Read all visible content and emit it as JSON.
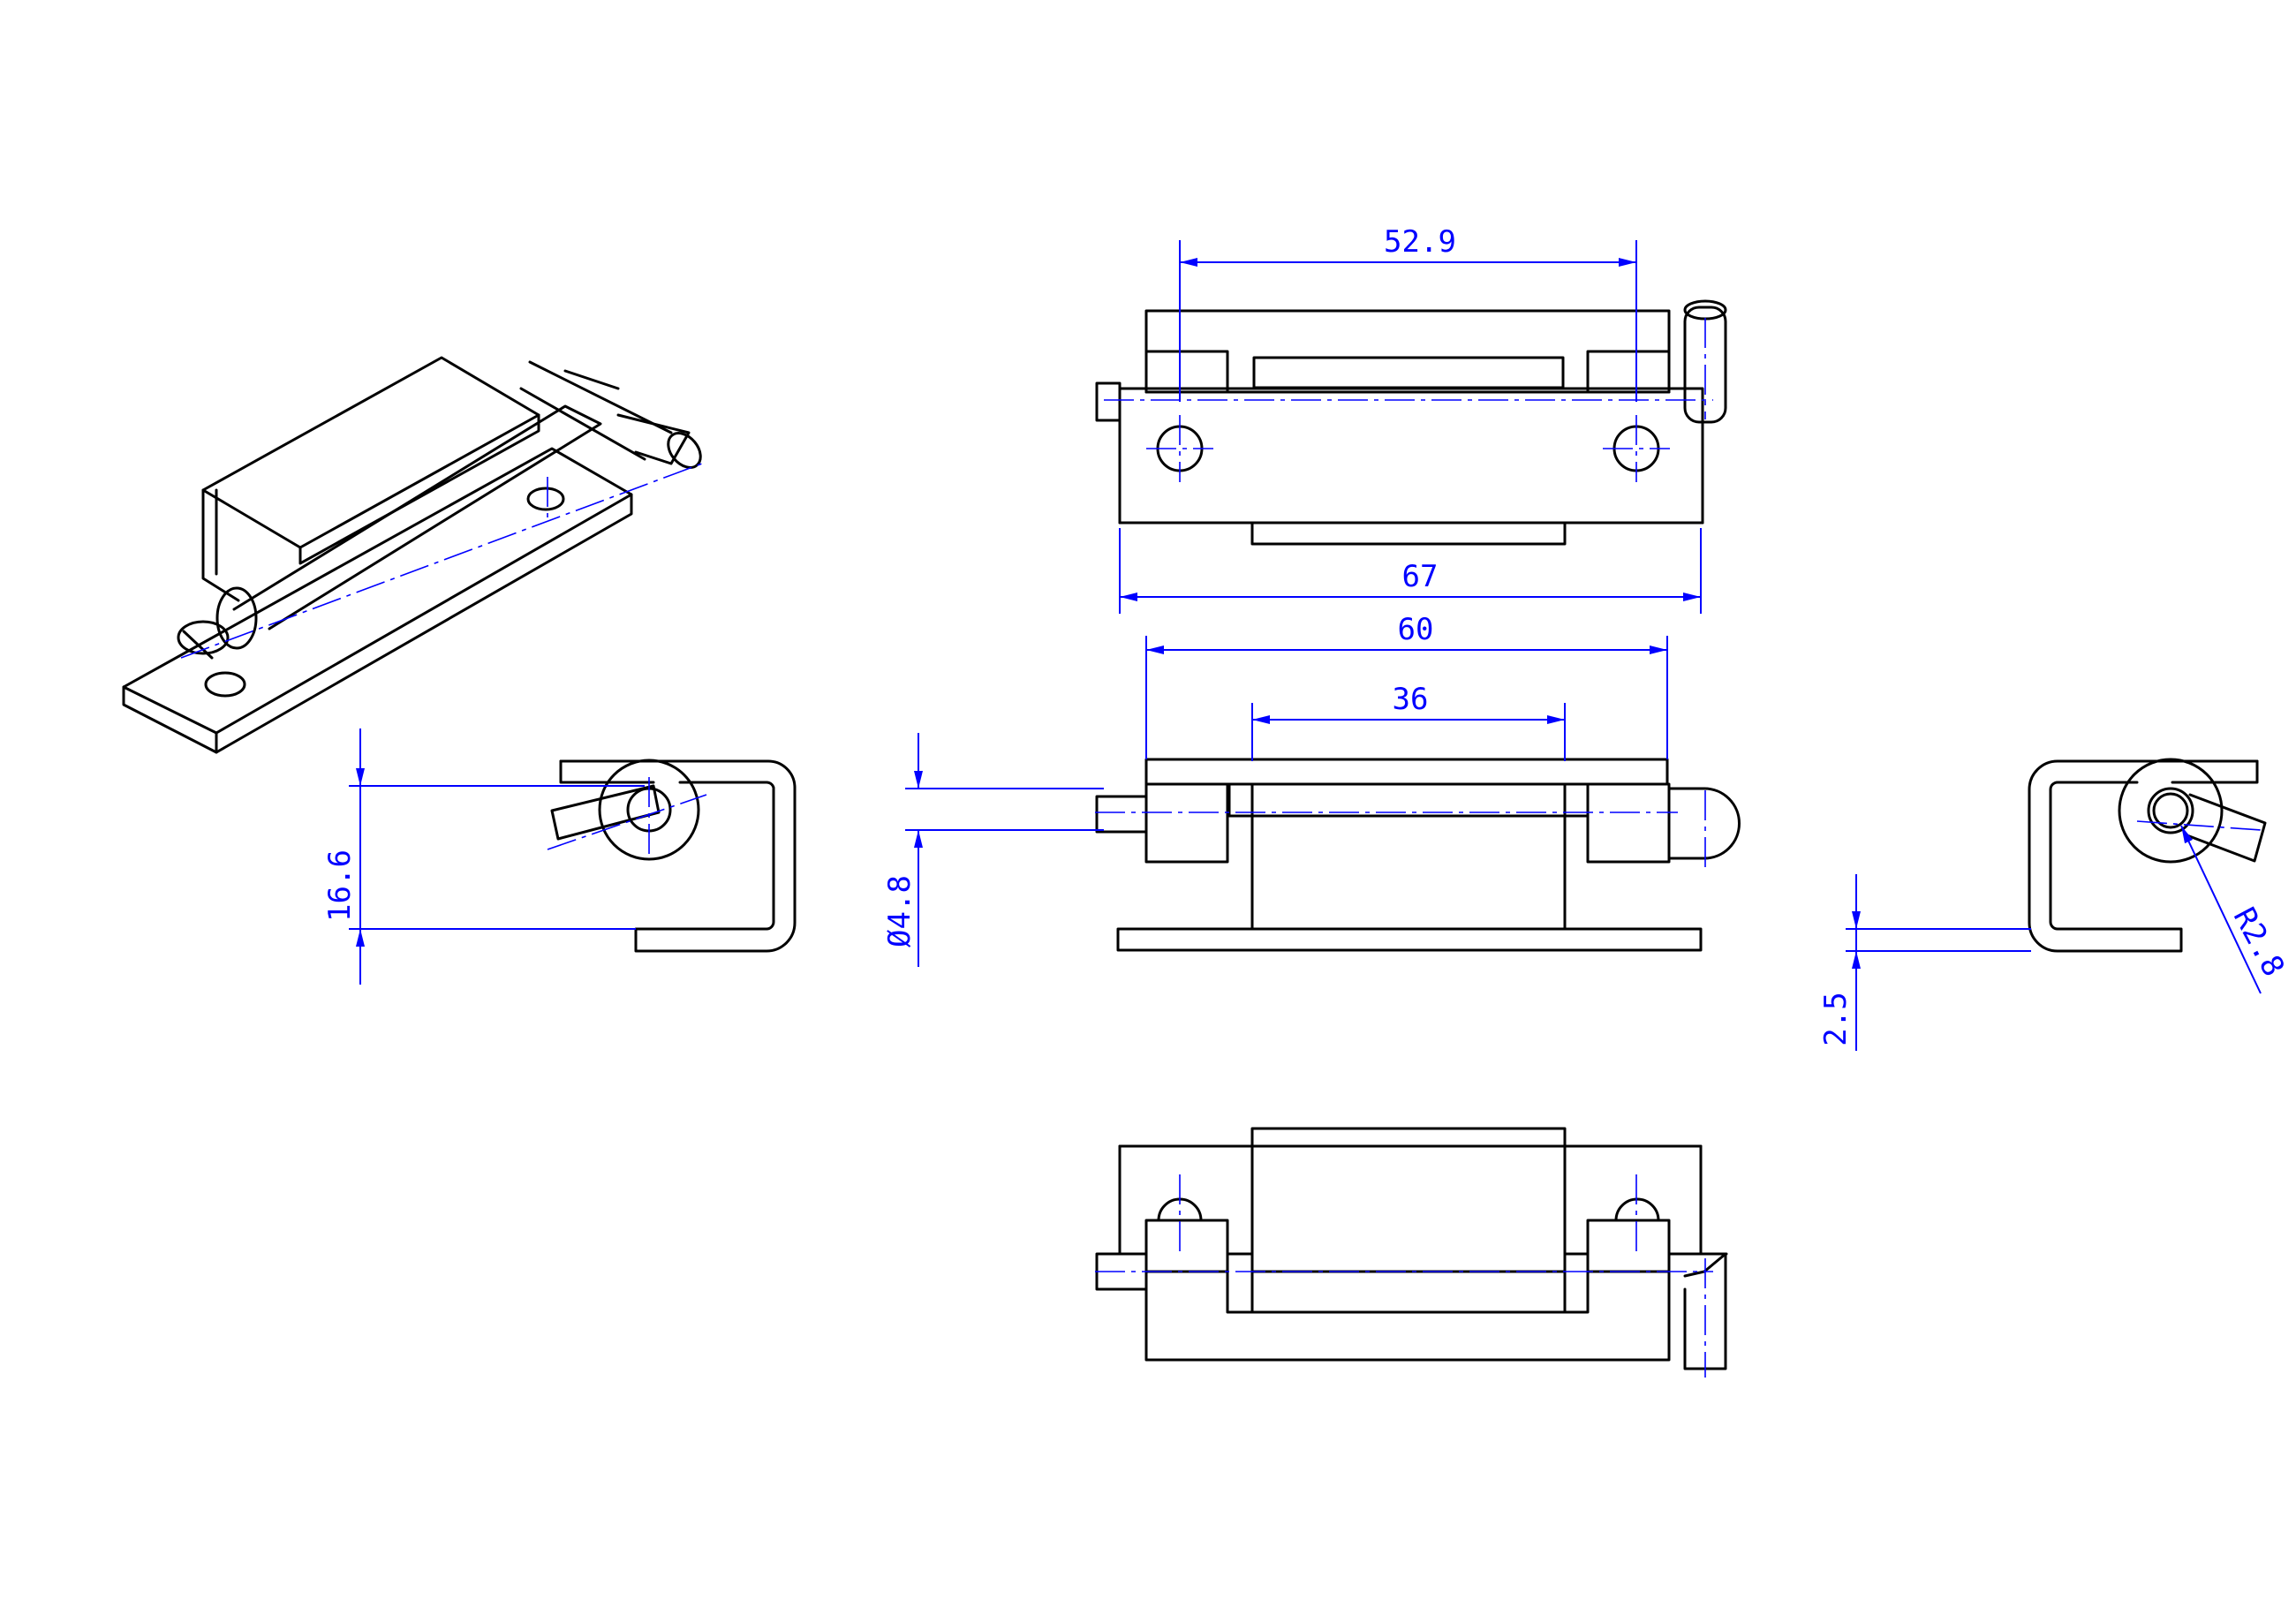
{
  "drawing": {
    "dimensions": {
      "hole_spacing": "52.9",
      "overall_length": "67",
      "body_length": "60",
      "pin_section_length": "36",
      "height": "16.6",
      "pin_diameter": "Ø4.8",
      "plate_thickness": "2.5",
      "bend_radius": "R2.8"
    },
    "colors": {
      "geometry": "#000000",
      "dimension": "#0000ff",
      "background": "#ffffff"
    }
  }
}
